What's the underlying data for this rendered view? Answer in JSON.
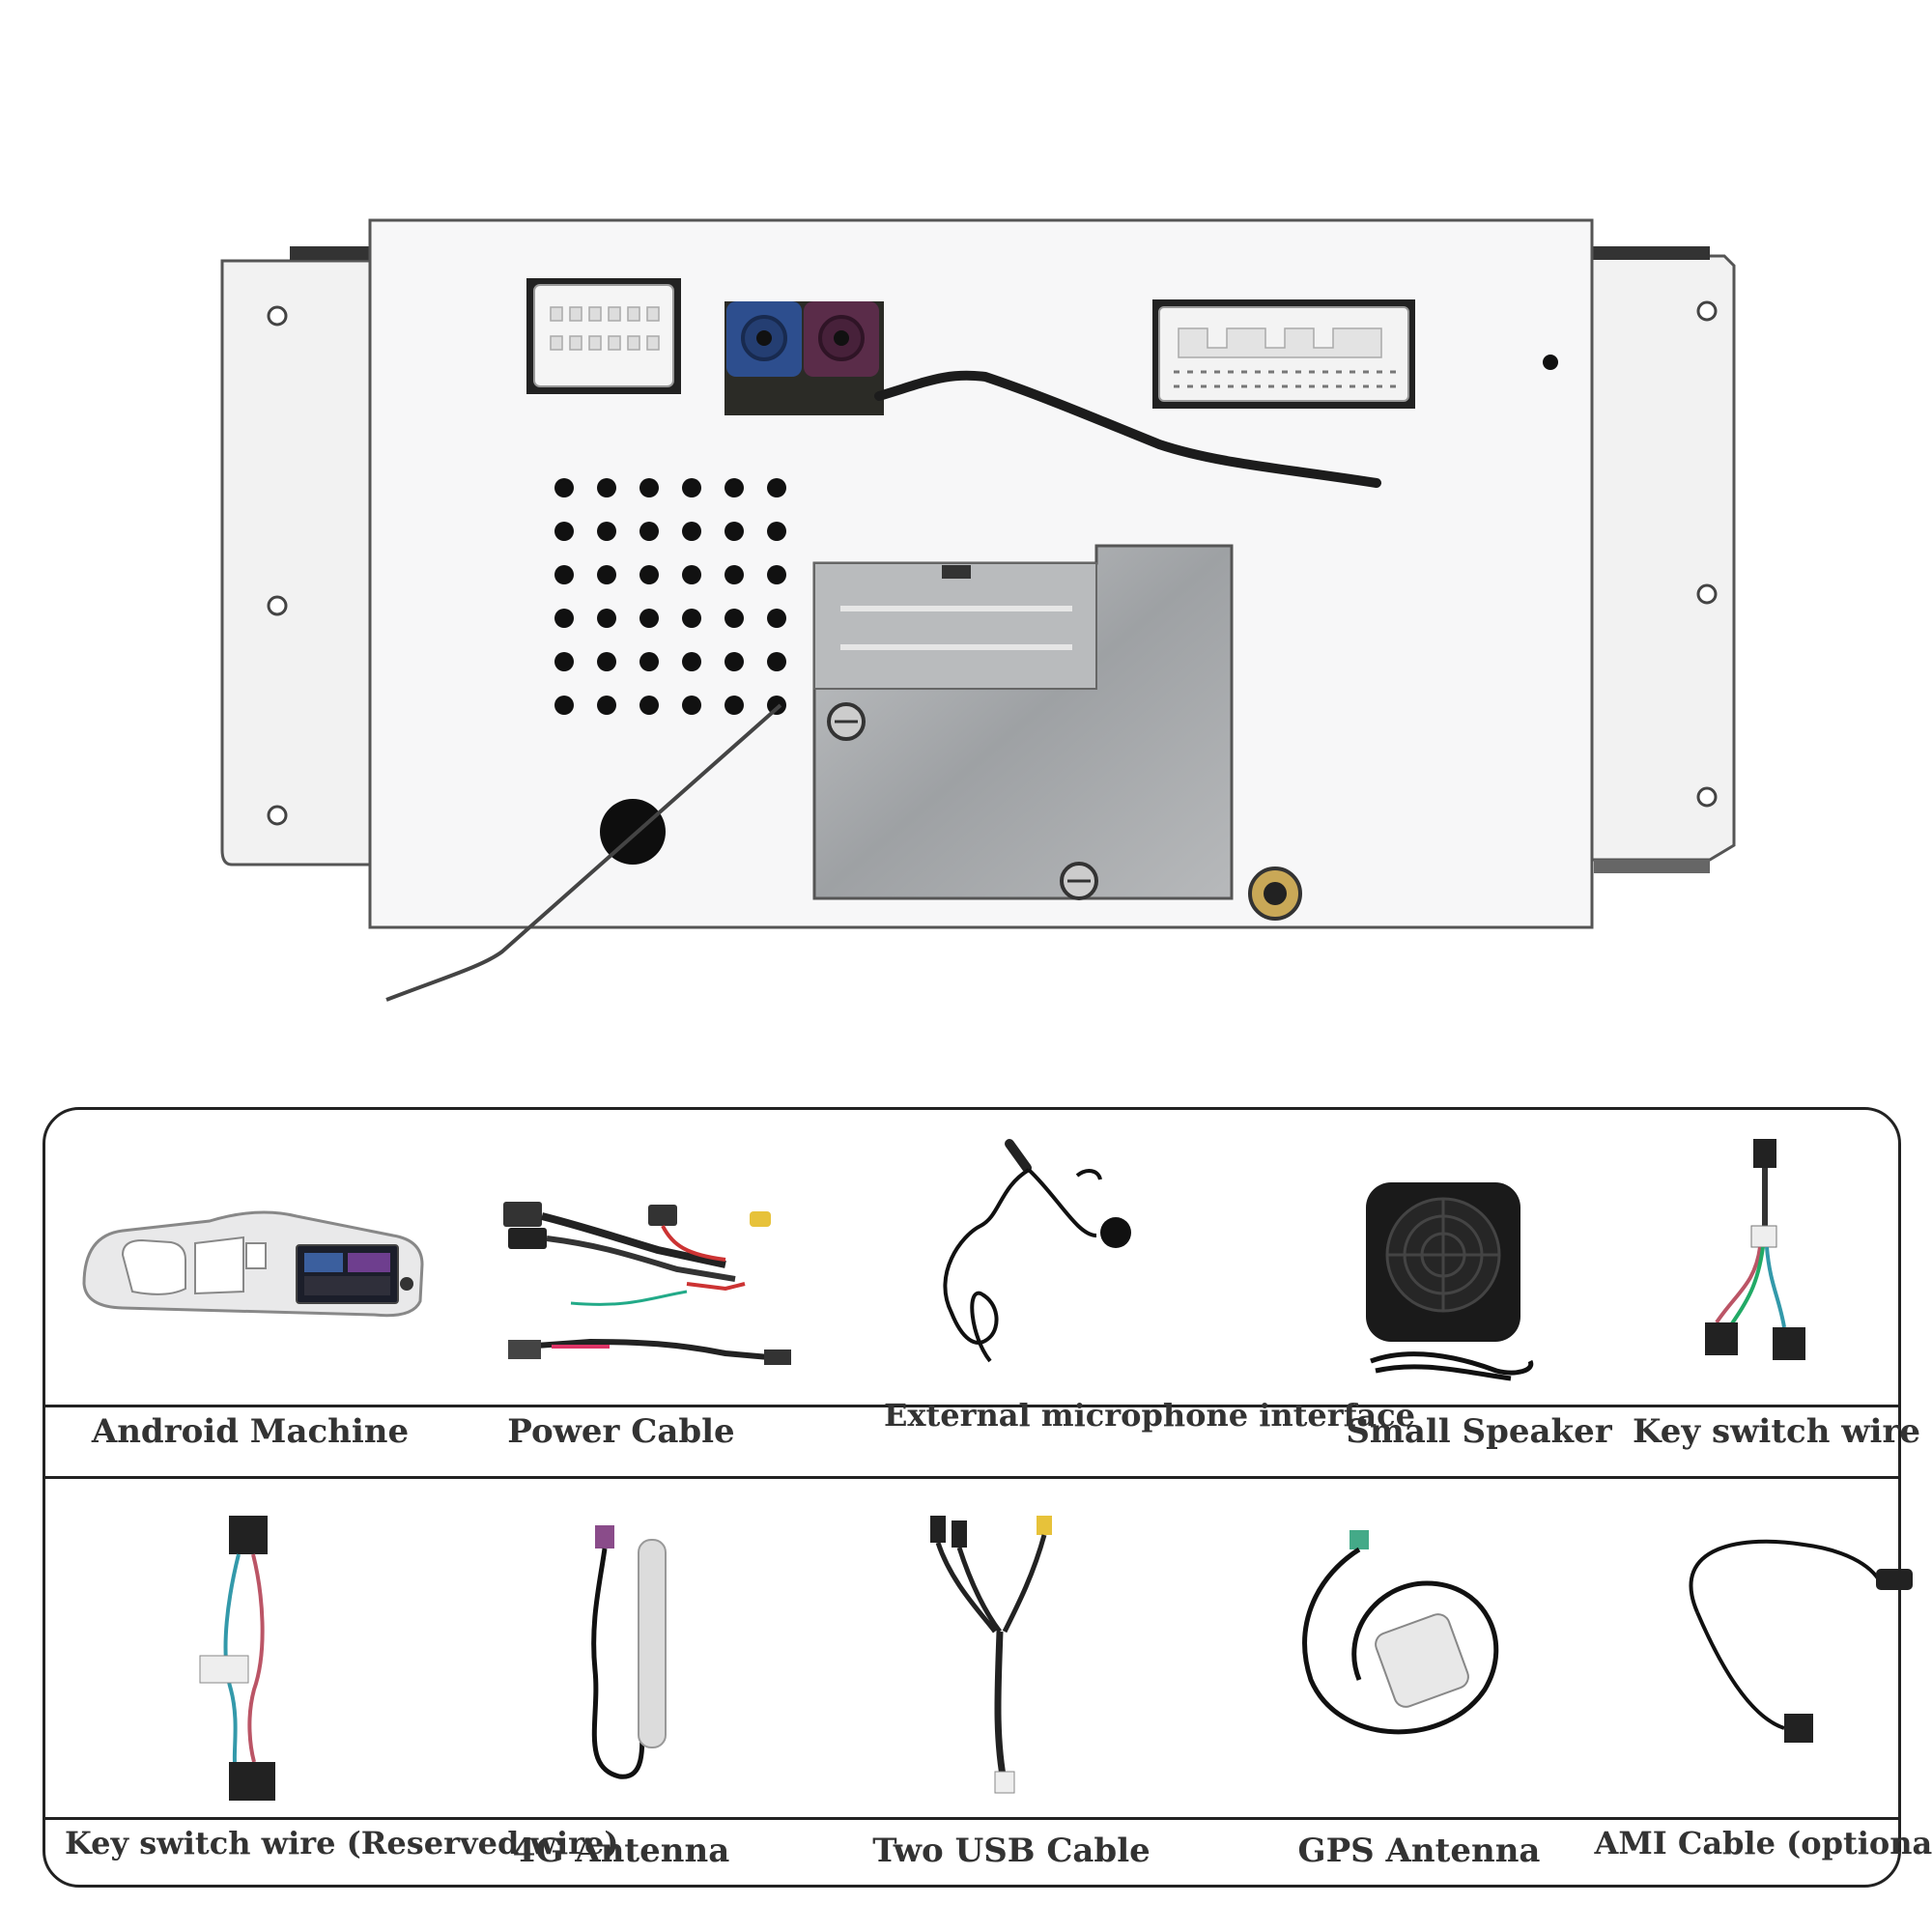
{
  "accessories": {
    "row1": [
      {
        "key": "android",
        "label": "Android Machine",
        "icon": "android-machine-icon"
      },
      {
        "key": "power",
        "label": "Power Cable",
        "icon": "power-cable-icon"
      },
      {
        "key": "mic",
        "label": "External microphone interface",
        "icon": "microphone-icon"
      },
      {
        "key": "speaker",
        "label": "Small Speaker",
        "icon": "speaker-icon"
      },
      {
        "key": "keyswitch",
        "label": "Key switch wire",
        "icon": "key-switch-wire-icon"
      }
    ],
    "row2": [
      {
        "key": "keyswitch_reserved",
        "label": "Key switch wire (Reserved wire)",
        "icon": "key-switch-reserved-icon"
      },
      {
        "key": "antenna4g",
        "label": "4G Antenna",
        "icon": "antenna-4g-icon"
      },
      {
        "key": "usb",
        "label": "Two USB Cable",
        "icon": "usb-cable-icon"
      },
      {
        "key": "gps",
        "label": "GPS Antenna",
        "icon": "gps-antenna-icon"
      },
      {
        "key": "ami",
        "label": "AMI Cable (optional)",
        "icon": "ami-cable-icon"
      }
    ]
  }
}
